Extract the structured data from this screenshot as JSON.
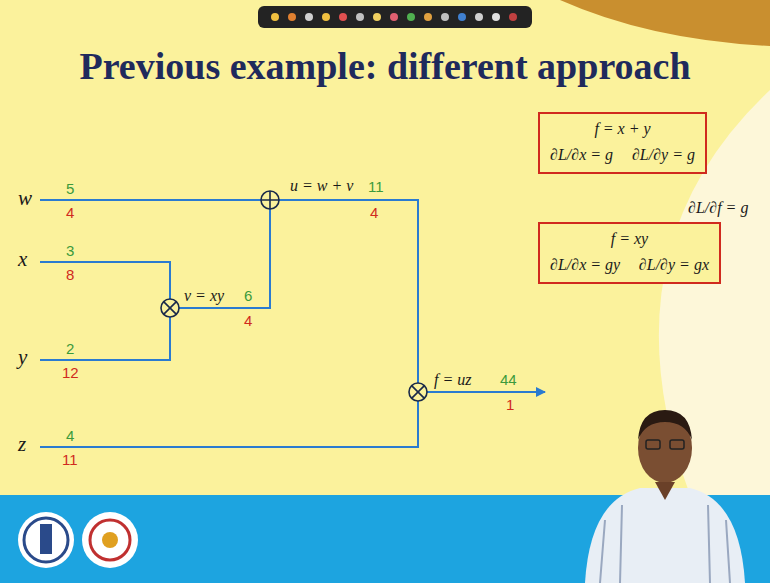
{
  "diagram": {
    "title": "Previous example: different approach",
    "nodes": [
      {
        "text": [
          "f = x + y",
          "∂L/∂x = g",
          "∂L/∂y = g"
        ]
      },
      {
        "text": [
          "f = xy",
          "∂L/∂x = gy",
          "∂L/∂y = gx"
        ]
      }
    ],
    "labels": [
      "w",
      "5",
      "4",
      "x",
      "3",
      "8",
      "y",
      "2",
      "12",
      "z",
      "4",
      "11",
      "v = xy",
      "6",
      "4",
      "u = w + v",
      "11",
      "4",
      "f = uz",
      "44",
      "1",
      "∂L/∂f = g"
    ]
  }
}
